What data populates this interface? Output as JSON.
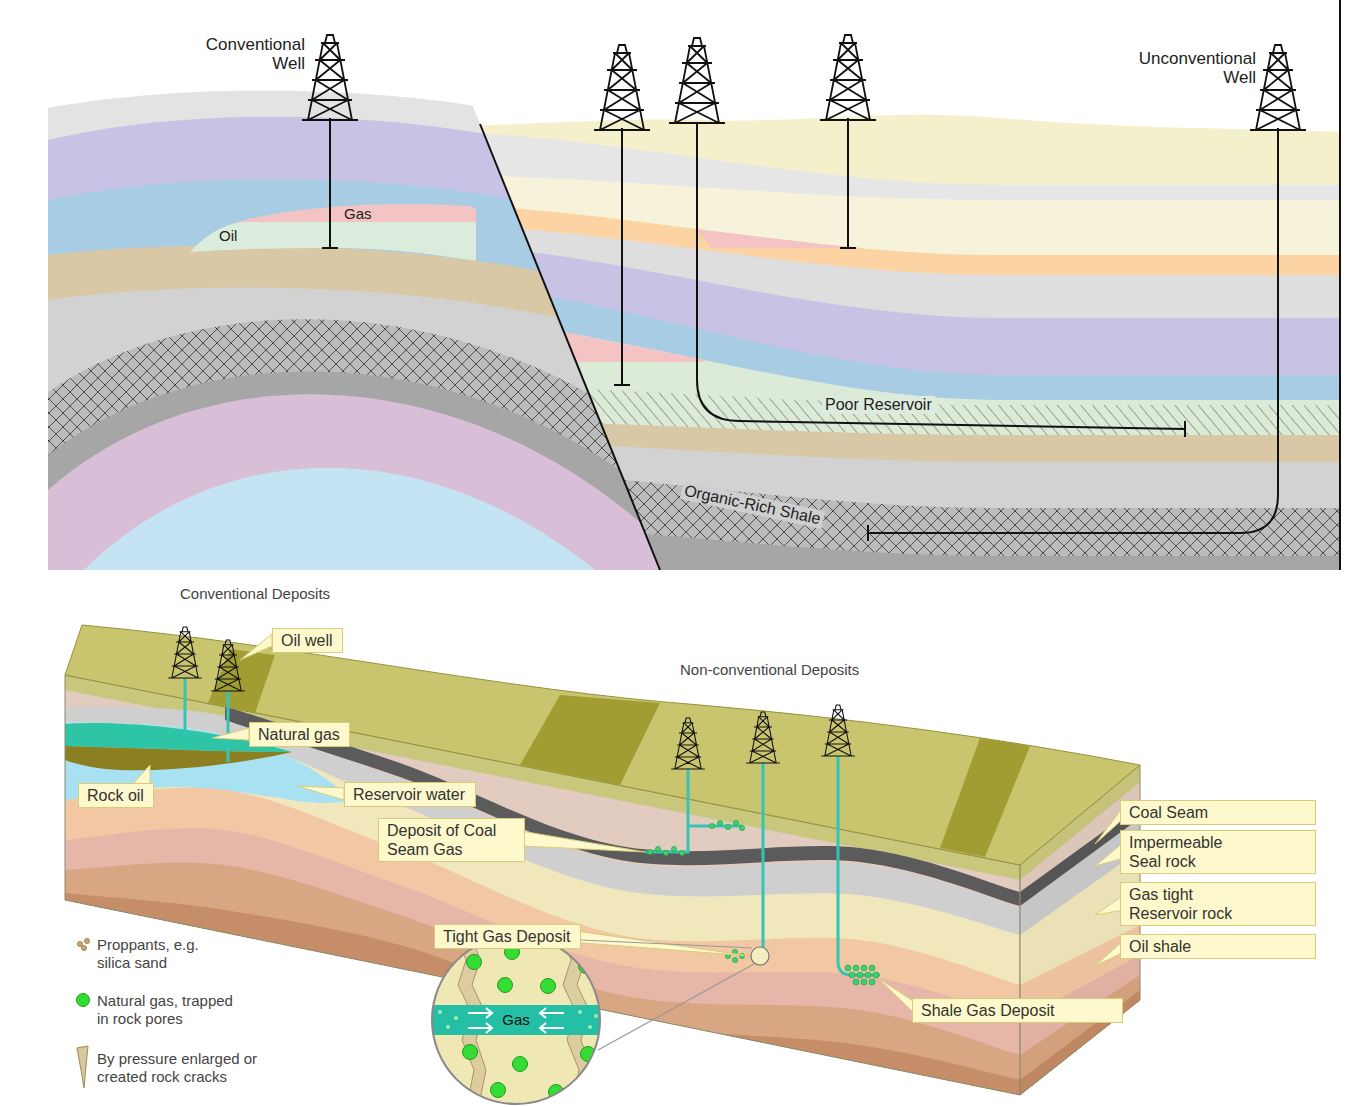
{
  "diagram": {
    "nodes": [
      {
        "text": [
          "Oil well"
        ]
      },
      {
        "text": [
          "Natural gas"
        ]
      },
      {
        "text": [
          "Rock oil"
        ]
      },
      {
        "text": [
          "Reservoir water"
        ]
      },
      {
        "text": [
          "Coal Seam"
        ]
      },
      {
        "text": [
          "Deposit of Coal Seam Gas"
        ]
      },
      {
        "text": [
          "Impermeable Seal rock"
        ]
      },
      {
        "text": [
          "Gas tight Reservoir rock"
        ]
      },
      {
        "text": [
          "Tight Gas Deposit"
        ]
      },
      {
        "text": [
          "Oil shale"
        ]
      },
      {
        "text": [
          "Shale Gas Deposit"
        ]
      }
    ],
    "labels": [
      "Conventional Well",
      "Gas",
      "Oil",
      "Unconventional Well",
      "Poor Reservoir",
      "Organic-Rich Shale",
      "Conventional Deposits",
      "Non-conventional Deposits",
      "Gas"
    ],
    "legend": [
      {
        "text": "Proppants, e.g. silica sand"
      },
      {
        "text": "Natural gas, trapped in rock pores",
        "color": "#33dd33"
      },
      {
        "text": "By pressure enlarged or created rock cracks"
      }
    ]
  }
}
